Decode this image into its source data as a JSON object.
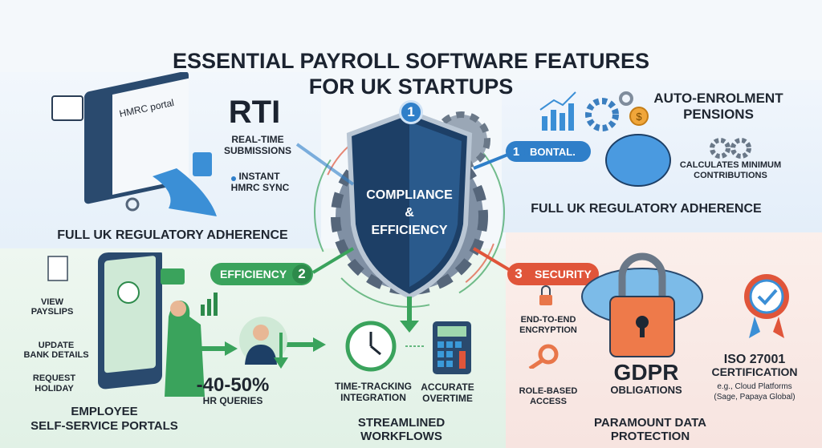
{
  "title": {
    "line1": "ESSENTIAL PAYROLL SOFTWARE FEATURES",
    "line2": "FOR UK STARTUPS"
  },
  "center": {
    "line1": "COMPLIANCE",
    "line2": "&",
    "line3": "EFFICIENCY",
    "top_badge": "1"
  },
  "compliance_left": {
    "portal_label": "HMRC portal",
    "rti": "RTI",
    "rti_sub1": "REAL-TIME",
    "rti_sub2": "SUBMISSIONS",
    "sync1": "INSTANT",
    "sync2": "HMRC SYNC",
    "caption": "FULL UK REGULATORY ADHERENCE"
  },
  "compliance_right": {
    "badge_num": "1",
    "badge_label": "BONTAL.",
    "title1": "AUTO-ENROLMENT",
    "title2": "PENSIONS",
    "sub1": "CALCULATES MINIMUM",
    "sub2": "CONTRIBUTIONS",
    "caption": "FULL UK REGULATORY ADHERENCE",
    "coin": "$"
  },
  "efficiency": {
    "badge_label": "EFFICIENCY",
    "badge_num": "2",
    "items": [
      "VIEW PAYSLIPS",
      "UPDATE BANK DETAILS",
      "REQUEST HOLIDAY"
    ],
    "view1": "VIEW",
    "view2": "PAYSLIPS",
    "bank1": "UPDATE",
    "bank2": "BANK DETAILS",
    "hol1": "REQUEST",
    "hol2": "HOLIDAY",
    "ess1": "EMPLOYEE",
    "ess2": "SELF-SERVICE PORTALS",
    "stat": "-40-50%",
    "stat_label": "HR QUERIES",
    "tt1": "TIME-TRACKING",
    "tt2": "INTEGRATION",
    "ot1": "ACCURATE",
    "ot2": "OVERTIME",
    "caption": "STREAMLINED WORKFLOWS"
  },
  "security": {
    "badge_num": "3",
    "badge_label": "SECURITY",
    "enc1": "END-TO-END",
    "enc2": "ENCRYPTION",
    "rba1": "ROLE-BASED",
    "rba2": "ACCESS",
    "gdpr": "GDPR",
    "gdpr_sub": "OBLIGATIONS",
    "iso1": "ISO 27001",
    "iso2": "CERTIFICATION",
    "iso3": "e.g., Cloud Platforms",
    "iso4": "(Sage, Papaya Global)",
    "caption": "PARAMOUNT DATA PROTECTION"
  },
  "colors": {
    "blue": "#2f7fc9",
    "green": "#3aa35c",
    "red": "#e0553a",
    "navy": "#1d3f66"
  }
}
